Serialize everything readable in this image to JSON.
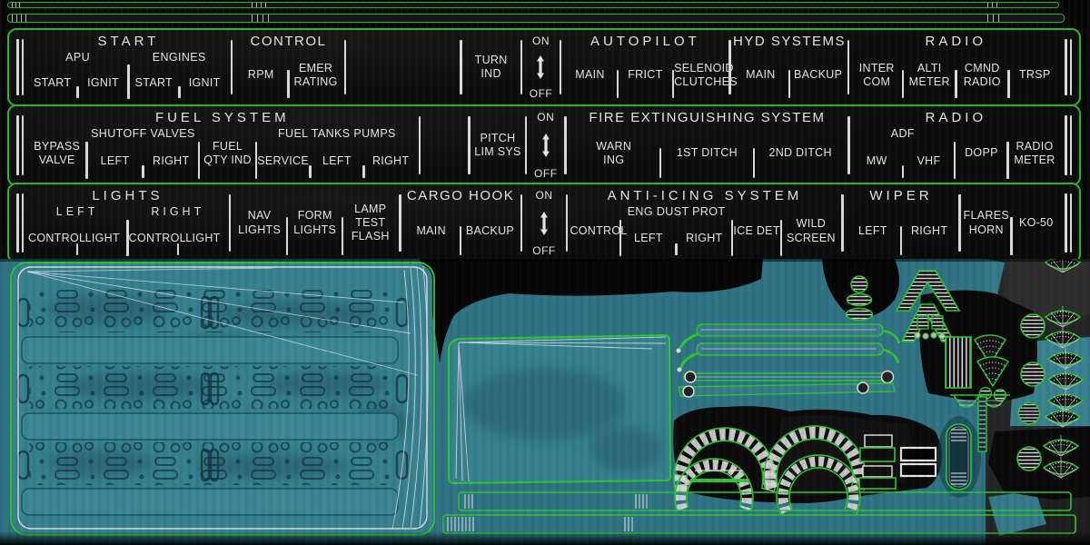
{
  "colors": {
    "wireframe_green": "#2ec72e",
    "outline_green": "#28b428",
    "teal_base": "#2f7384",
    "teal_panel": "#37818f",
    "panel_black": "#0d0d0d",
    "text_white": "#e3e3e3",
    "line_white": "#d9d9d9",
    "charcoal": "#262626"
  },
  "icons": {
    "on_off_arrow": "vertical double arrow"
  },
  "panels": [
    {
      "id": "p1",
      "name": "panel-row-1",
      "sections": [
        {
          "name": "section-start",
          "header": "START",
          "spaced": true,
          "flex": 2.28,
          "groups": [
            {
              "label": "APU",
              "cells": [
                [
                  "START"
                ],
                [
                  "IGNIT"
                ]
              ]
            },
            {
              "label": "ENGINES",
              "cells": [
                [
                  "START"
                ],
                [
                  "IGNIT"
                ]
              ]
            }
          ]
        },
        {
          "name": "section-control",
          "header": "CONTROL",
          "flex": 1.22,
          "groups": [
            {
              "cells": [
                [
                  "RPM"
                ],
                [
                  "EMER",
                  "RATING"
                ]
              ]
            }
          ]
        },
        {
          "name": "section-blank",
          "type": "gap",
          "flex": 1.25
        },
        {
          "name": "section-turn-ind",
          "flex": 0.62,
          "groups": [
            {
              "cells": [
                [
                  "TURN",
                  "IND"
                ]
              ]
            }
          ]
        },
        {
          "name": "section-on-off",
          "type": "toggle",
          "flex": 0.42,
          "on": "ON",
          "off": "OFF"
        },
        {
          "name": "section-autopilot",
          "header": "AUTOPILOT",
          "spaced": true,
          "flex": 1.86,
          "groups": [
            {
              "cells": [
                [
                  "MAIN"
                ],
                [
                  "FRICT"
                ],
                [
                  "SELENOID",
                  "CLUTCHES"
                ]
              ]
            }
          ]
        },
        {
          "name": "section-hyd-systems",
          "header": "HYD SYSTEMS",
          "flex": 1.28,
          "groups": [
            {
              "cells": [
                [
                  "MAIN"
                ],
                [
                  "BACKUP"
                ]
              ]
            }
          ]
        },
        {
          "name": "section-radio",
          "header": "RADIO",
          "spaced": true,
          "flex": 2.37,
          "groups": [
            {
              "cells": [
                [
                  "INTER",
                  "COM"
                ],
                [
                  "ALTI",
                  "METER"
                ],
                [
                  "CMND",
                  "RADIO"
                ],
                [
                  "TRSP"
                ]
              ]
            }
          ]
        }
      ]
    },
    {
      "id": "p2",
      "name": "panel-row-2",
      "sections": [
        {
          "name": "section-fuel-system",
          "header": "FUEL SYSTEM",
          "spaced": true,
          "flex": 4.42,
          "groups": [
            {
              "cells": [
                [
                  "BYPASS",
                  "VALVE"
                ]
              ],
              "flex": 1.05
            },
            {
              "label": "SHUTOFF VALVES",
              "cells": [
                [
                  "LEFT"
                ],
                [
                  "RIGHT"
                ]
              ],
              "flex": 2
            },
            {
              "cells": [
                [
                  "FUEL",
                  "QTY IND"
                ]
              ],
              "flex": 1
            },
            {
              "label": "FUEL TANKS PUMPS",
              "cells": [
                [
                  "SERVICE"
                ],
                [
                  "LEFT"
                ],
                [
                  "RIGHT"
                ]
              ],
              "flex": 2.9
            }
          ]
        },
        {
          "name": "section-blank",
          "type": "gap",
          "flex": 0.5
        },
        {
          "name": "section-pitch-lim",
          "flex": 0.58,
          "groups": [
            {
              "cells": [
                [
                  "PITCH",
                  "LIM SYS"
                ]
              ]
            }
          ]
        },
        {
          "name": "section-on-off",
          "type": "toggle",
          "flex": 0.42,
          "on": "ON",
          "off": "OFF"
        },
        {
          "name": "section-fire-ext",
          "header": "FIRE EXTINGUISHING SYSTEM",
          "flex": 3.16,
          "groups": [
            {
              "cells": [
                [
                  "WARN",
                  "ING"
                ],
                [
                  "1ST DITCH"
                ],
                [
                  "2ND DITCH"
                ]
              ]
            }
          ]
        },
        {
          "name": "section-radio",
          "header": "RADIO",
          "spaced": true,
          "flex": 2.37,
          "groups": [
            {
              "label": "ADF",
              "cells": [
                [
                  "MW"
                ],
                [
                  "VHF"
                ]
              ],
              "flex": 2
            },
            {
              "cells": [
                [
                  "DOPP"
                ]
              ],
              "flex": 1
            },
            {
              "cells": [
                [
                  "RADIO",
                  "METER"
                ]
              ],
              "flex": 1
            }
          ]
        }
      ]
    },
    {
      "id": "p3",
      "name": "panel-row-3",
      "sections": [
        {
          "name": "section-lights",
          "header": "LIGHTS",
          "spaced": true,
          "flex": 2.24,
          "groups": [
            {
              "label": "LEFT",
              "spaced": true,
              "cells": [
                [
                  "CONTROL"
                ],
                [
                  "LIGHT"
                ]
              ]
            },
            {
              "label": "RIGHT",
              "spaced": true,
              "cells": [
                [
                  "CONTROL"
                ],
                [
                  "LIGHT"
                ]
              ]
            }
          ]
        },
        {
          "name": "section-light-switches",
          "flex": 1.85,
          "groups": [
            {
              "cells": [
                [
                  "NAV",
                  "LIGHTS"
                ],
                [
                  "FORM",
                  "LIGHTS"
                ],
                [
                  "LAMP",
                  "TEST",
                  "FLASH"
                ]
              ]
            }
          ]
        },
        {
          "name": "section-cargo-hook",
          "header": "CARGO HOOK",
          "flex": 1.3,
          "groups": [
            {
              "cells": [
                [
                  "MAIN"
                ],
                [
                  "BACKUP"
                ]
              ]
            }
          ]
        },
        {
          "name": "section-on-off",
          "type": "toggle",
          "flex": 0.49,
          "on": "ON",
          "off": "OFF"
        },
        {
          "name": "section-anti-icing",
          "header": "ANTI-ICING SYSTEM",
          "spaced": true,
          "flex": 3.04,
          "groups": [
            {
              "cells": [
                [
                  "CONTROL"
                ]
              ],
              "flex": 0.95
            },
            {
              "label": "ENG DUST PROT",
              "cells": [
                [
                  "LEFT"
                ],
                [
                  "RIGHT"
                ]
              ],
              "flex": 2.1
            },
            {
              "cells": [
                [
                  "ICE DET"
                ]
              ],
              "flex": 0.9
            },
            {
              "cells": [
                [
                  "WILD",
                  "SCREEN"
                ]
              ],
              "flex": 1.1
            }
          ]
        },
        {
          "name": "section-wiper",
          "header": "WIPER",
          "spaced": true,
          "flex": 1.25,
          "groups": [
            {
              "cells": [
                [
                  "LEFT"
                ],
                [
                  "RIGHT"
                ]
              ]
            }
          ]
        },
        {
          "name": "section-flares",
          "flex": 1.1,
          "groups": [
            {
              "cells": [
                [
                  "FLARES",
                  "HORN"
                ],
                [
                  "KO-50"
                ]
              ]
            }
          ]
        }
      ]
    }
  ]
}
